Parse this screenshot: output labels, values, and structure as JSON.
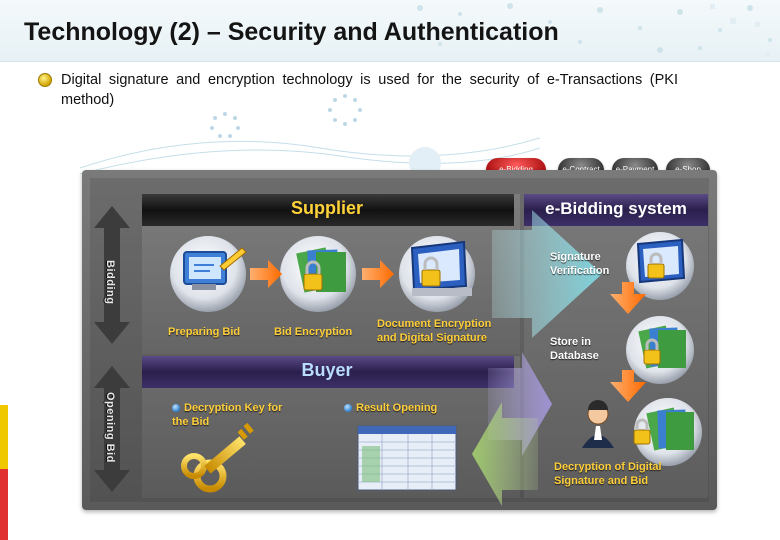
{
  "title": "Technology (2) – Security and Authentication",
  "bullet": "Digital signature and encryption technology is used for the security of e-Transactions (PKI method)",
  "nav_tabs": [
    {
      "label": "e-Bidding",
      "active": true
    },
    {
      "label": "e-Contract",
      "active": false
    },
    {
      "label": "e-Payment",
      "active": false
    },
    {
      "label": "e-Shop",
      "active": false
    }
  ],
  "diagram": {
    "supplier_header": "Supplier",
    "system_header": "e-Bidding system",
    "buyer_header": "Buyer",
    "bidding_label": "Bidding",
    "opening_label": "Opening Bid",
    "preparing_bid": "Preparing Bid",
    "bid_encryption": "Bid Encryption",
    "doc_encryption": "Document Encryption and Digital Signature",
    "signature_verification": "Signature Verification",
    "store_db": "Store in Database",
    "decryption_key": "Decryption Key for the Bid",
    "result_opening": "Result Opening",
    "decryption_signature": "Decryption of Digital Signature and Bid"
  },
  "colors": {
    "supplier_header": "#ffd23a",
    "system_header": "#ffffff",
    "buyer_header": "#b9dcff",
    "labels": "#ffcf3a",
    "accent_orange": "#ff7a1a",
    "tab_active": "#c01818"
  }
}
